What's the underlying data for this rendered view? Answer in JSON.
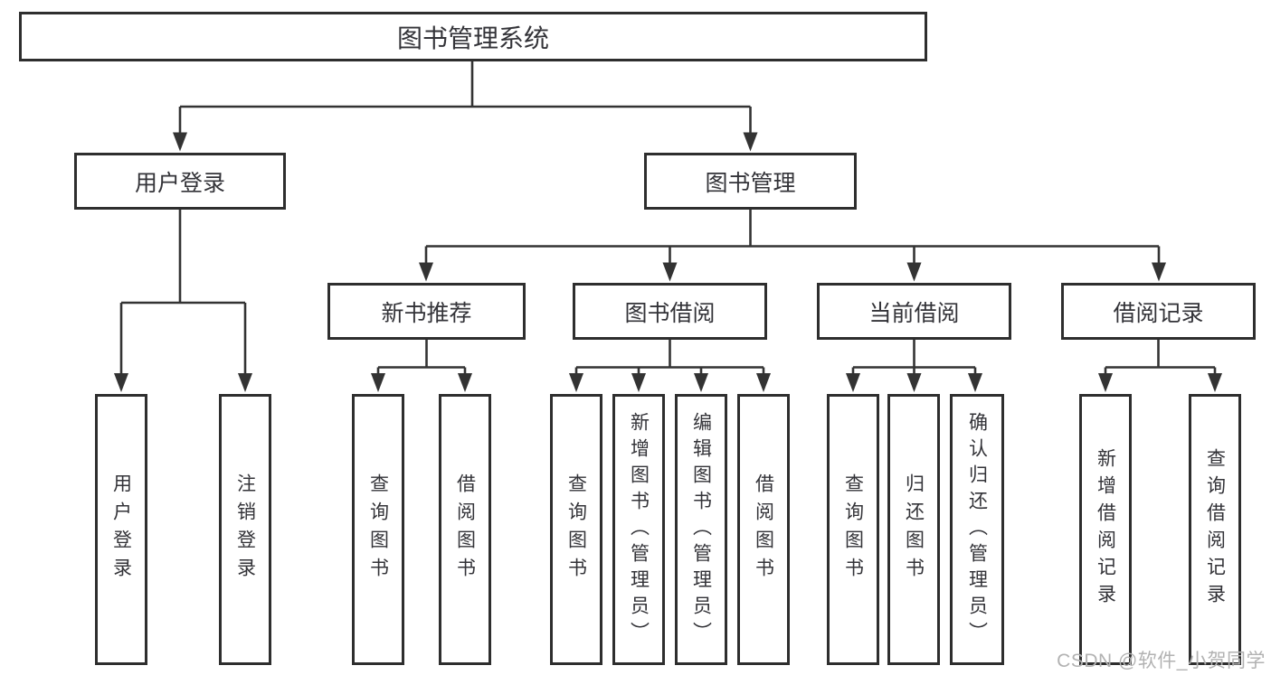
{
  "diagram": {
    "title": "图书管理系统",
    "watermark": "CSDN @软件_小贺同学",
    "colors": {
      "background": "#ffffff",
      "line": "#333333",
      "box_border": "#2e2e2e",
      "text": "#333338",
      "watermark": "#b2b2b2"
    },
    "nodes": {
      "root": "图书管理系统",
      "user_login": "用户登录",
      "book_mgmt": "图书管理",
      "new_book_rec": "新书推荐",
      "book_borrow": "图书借阅",
      "current_borrow": "当前借阅",
      "borrow_record": "借阅记录",
      "leaf_user_login": "用户登录",
      "leaf_logout": "注销登录",
      "leaf_query_book_a": "查询图书",
      "leaf_borrow_book_a": "借阅图书",
      "leaf_query_book_b": "查询图书",
      "leaf_add_book": "新增图书（管理员）",
      "leaf_edit_book": "编辑图书（管理员）",
      "leaf_borrow_book_b": "借阅图书",
      "leaf_query_book_c": "查询图书",
      "leaf_return_book": "归还图书",
      "leaf_confirm_return": "确认归还（管理员）",
      "leaf_add_record": "新增借阅记录",
      "leaf_query_record": "查询借阅记录"
    },
    "hierarchy": {
      "图书管理系统": {
        "用户登录": [
          "用户登录",
          "注销登录"
        ],
        "图书管理": {
          "新书推荐": [
            "查询图书",
            "借阅图书"
          ],
          "图书借阅": [
            "查询图书",
            "新增图书（管理员）",
            "编辑图书（管理员）",
            "借阅图书"
          ],
          "当前借阅": [
            "查询图书",
            "归还图书",
            "确认归还（管理员）"
          ],
          "借阅记录": [
            "新增借阅记录",
            "查询借阅记录"
          ]
        }
      }
    }
  }
}
